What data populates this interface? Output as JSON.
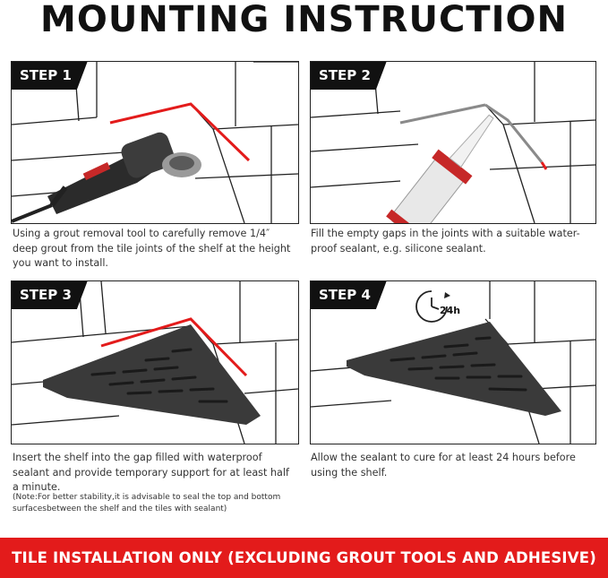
{
  "title": "MOUNTING INSTRUCTION",
  "steps": [
    {
      "badge": "STEP 1",
      "desc": "Using a grout removal tool to carefully remove 1/4″ deep grout from the tile joints of the shelf at the height you want to install.",
      "tool_icon": "angle-grinder-icon"
    },
    {
      "badge": "STEP 2",
      "desc": "Fill the empty gaps in the joints with a suitable water-proof sealant, e.g. silicone sealant.",
      "tool_icon": "caulk-gun-icon"
    },
    {
      "badge": "STEP 3",
      "desc": "Insert the shelf into the gap filled with waterproof sealant and provide temporary support for at least half a minute.",
      "note": "(Note:For better stability,it is advisable to seal the top and bottom surfacesbetween the shelf and the tiles with sealant)",
      "tool_icon": "corner-shelf-icon"
    },
    {
      "badge": "STEP 4",
      "desc": "Allow the sealant to cure for at least 24 hours before using the shelf.",
      "clock_label": "24h",
      "tool_icon": "clock-24h-icon"
    }
  ],
  "banner": "TILE INSTALLATION ONLY (EXCLUDING GROUT TOOLS AND ADHESIVE)",
  "colors": {
    "accent": "#e31b1b",
    "dark": "#111111",
    "shelf": "#3a3a3a",
    "sealant_gray": "#8a8a8a"
  }
}
